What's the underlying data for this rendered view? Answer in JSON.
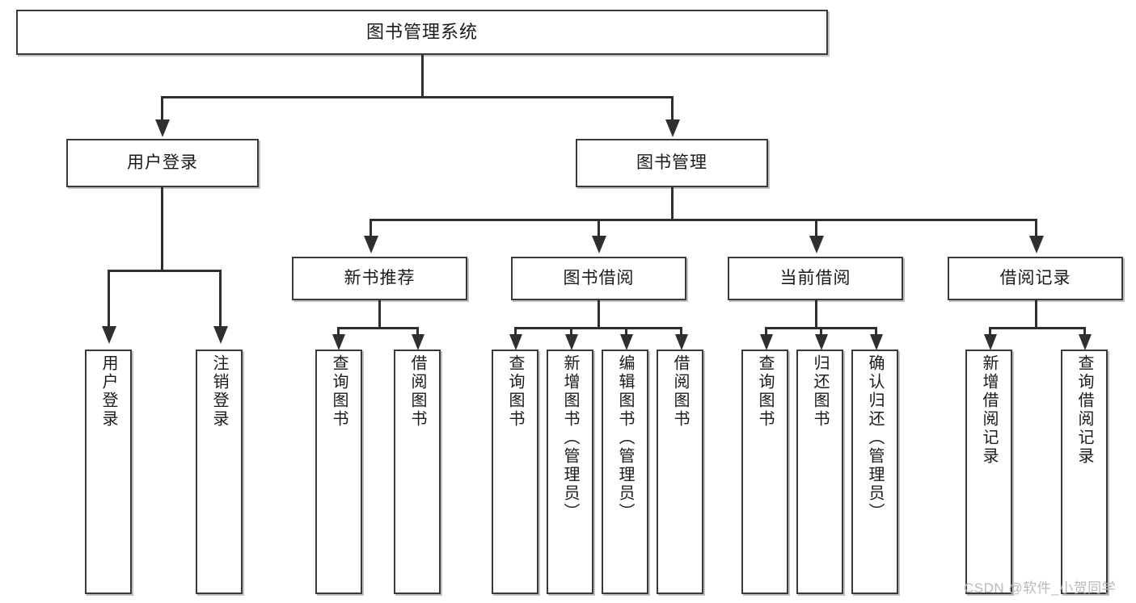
{
  "diagram": {
    "title": "图书管理系统",
    "root": {
      "label": "图书管理系统"
    },
    "level1": [
      {
        "label": "用户登录"
      },
      {
        "label": "图书管理"
      }
    ],
    "level2": [
      {
        "label": "新书推荐"
      },
      {
        "label": "图书借阅"
      },
      {
        "label": "当前借阅"
      },
      {
        "label": "借阅记录"
      }
    ],
    "leaves": {
      "user_login": [
        {
          "label": "用户登录"
        },
        {
          "label": "注销登录"
        }
      ],
      "new_book_recommend": [
        {
          "label": "查询图书"
        },
        {
          "label": "借阅图书"
        }
      ],
      "book_borrow": [
        {
          "label": "查询图书"
        },
        {
          "label": "新增图书（管理员）"
        },
        {
          "label": "编辑图书（管理员）"
        },
        {
          "label": "借阅图书"
        }
      ],
      "current_borrow": [
        {
          "label": "查询图书"
        },
        {
          "label": "归还图书"
        },
        {
          "label": "确认归还（管理员）"
        }
      ],
      "borrow_record": [
        {
          "label": "新增借阅记录"
        },
        {
          "label": "查询借阅记录"
        }
      ]
    }
  },
  "watermark": {
    "text": "CSDN @软件_小贺同学"
  },
  "colors": {
    "box_border": "#3a3a3a",
    "connector": "#2f2f2f",
    "background": "#ffffff",
    "watermark": "#b9b9b9"
  }
}
